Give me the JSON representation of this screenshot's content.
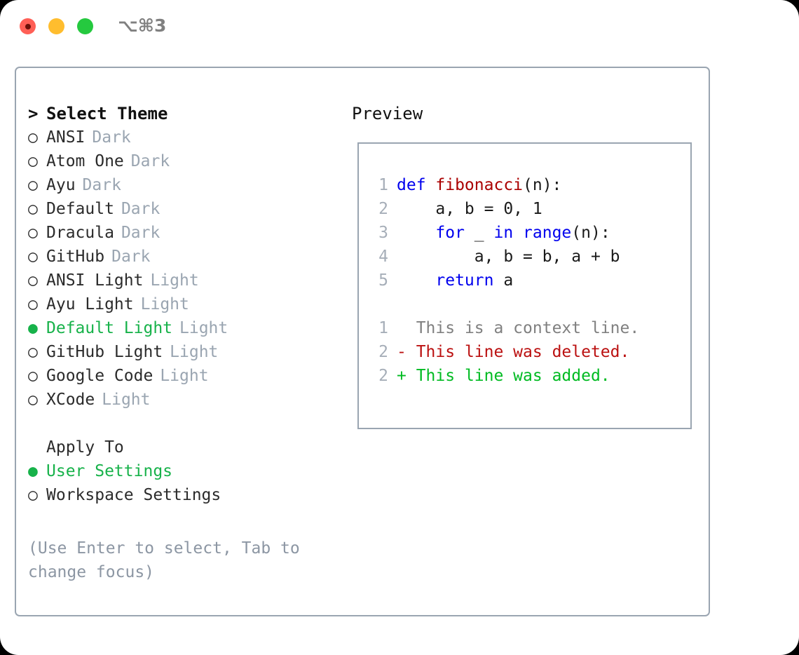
{
  "titlebar": {
    "shortcut": "⌥⌘3",
    "buttons": [
      "close",
      "minimize",
      "maximize"
    ]
  },
  "theme_picker": {
    "header": "Select Theme",
    "header_prefix": ">",
    "selected_bullet": "●",
    "unselected_bullet": "○",
    "items": [
      {
        "name": "ANSI",
        "category": "Dark",
        "selected": false
      },
      {
        "name": "Atom One",
        "category": "Dark",
        "selected": false
      },
      {
        "name": "Ayu",
        "category": "Dark",
        "selected": false
      },
      {
        "name": "Default",
        "category": "Dark",
        "selected": false
      },
      {
        "name": "Dracula",
        "category": "Dark",
        "selected": false
      },
      {
        "name": "GitHub",
        "category": "Dark",
        "selected": false
      },
      {
        "name": "ANSI Light",
        "category": "Light",
        "selected": false
      },
      {
        "name": "Ayu Light",
        "category": "Light",
        "selected": false
      },
      {
        "name": "Default Light",
        "category": "Light",
        "selected": true
      },
      {
        "name": "GitHub Light",
        "category": "Light",
        "selected": false
      },
      {
        "name": "Google Code",
        "category": "Light",
        "selected": false
      },
      {
        "name": "XCode",
        "category": "Light",
        "selected": false
      }
    ]
  },
  "apply_to": {
    "header": "Apply To",
    "options": [
      {
        "label": "User Settings",
        "selected": true
      },
      {
        "label": "Workspace Settings",
        "selected": false
      }
    ]
  },
  "hint": "(Use Enter to select, Tab to change focus)",
  "preview": {
    "title": "Preview",
    "code_lines": [
      {
        "num": "1",
        "tokens": [
          {
            "t": "def ",
            "c": "kw"
          },
          {
            "t": "fibonacci",
            "c": "fn"
          },
          {
            "t": "(n):",
            "c": "plain"
          }
        ]
      },
      {
        "num": "2",
        "tokens": [
          {
            "t": "    a, b = 0, 1",
            "c": "plain"
          }
        ]
      },
      {
        "num": "3",
        "tokens": [
          {
            "t": "    ",
            "c": "plain"
          },
          {
            "t": "for",
            "c": "kw"
          },
          {
            "t": " _ ",
            "c": "plain"
          },
          {
            "t": "in",
            "c": "kw"
          },
          {
            "t": " ",
            "c": "plain"
          },
          {
            "t": "range",
            "c": "kw"
          },
          {
            "t": "(n):",
            "c": "plain"
          }
        ]
      },
      {
        "num": "4",
        "tokens": [
          {
            "t": "        a, b = b, a + b",
            "c": "plain"
          }
        ]
      },
      {
        "num": "5",
        "tokens": [
          {
            "t": "    ",
            "c": "plain"
          },
          {
            "t": "return",
            "c": "kw"
          },
          {
            "t": " a",
            "c": "plain"
          }
        ]
      }
    ],
    "diff_lines": [
      {
        "num": "1",
        "marker": " ",
        "text": " This is a context line.",
        "kind": "ctx"
      },
      {
        "num": "2",
        "marker": "-",
        "text": " This line was deleted.",
        "kind": "del"
      },
      {
        "num": "2",
        "marker": "+",
        "text": " This line was added.",
        "kind": "add"
      }
    ]
  },
  "colors": {
    "accent_green": "#17b24a",
    "muted": "#9aa5b1",
    "border": "#9aa5b1",
    "keyword": "#0000ee",
    "function": "#aa0000",
    "diff_add": "#00bb22",
    "diff_del": "#bb1111"
  }
}
